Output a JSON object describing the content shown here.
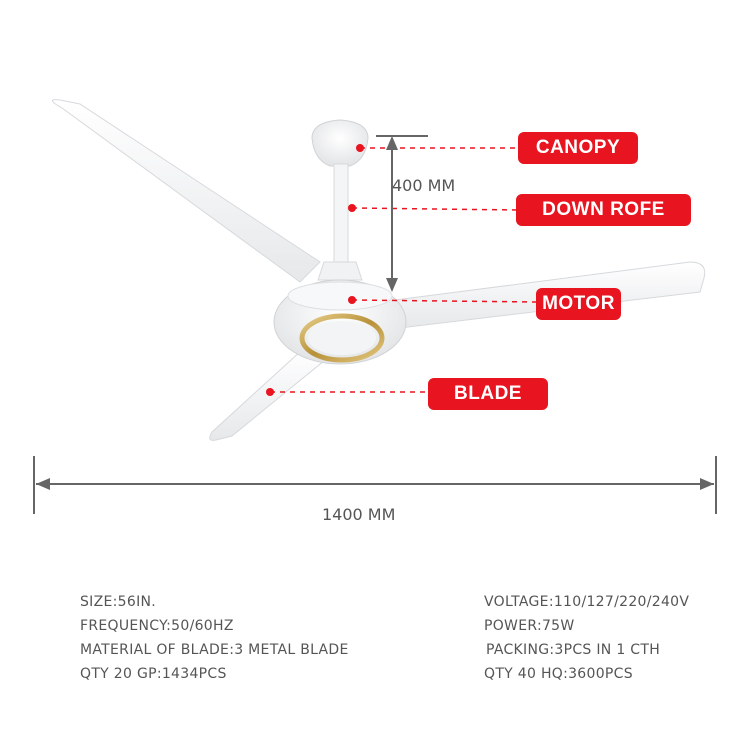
{
  "labels": {
    "canopy": "CANOPY",
    "down_rod": "DOWN ROFE",
    "motor": "MOTOR",
    "blade": "BLADE"
  },
  "dimensions": {
    "height": "400 MM",
    "span": "1400 MM"
  },
  "specs": {
    "left": [
      "SIZE:56IN.",
      "FREQUENCY:50/60HZ",
      "MATERIAL OF BLADE:3 METAL BLADE",
      "QTY 20 GP:1434PCS"
    ],
    "right": [
      "VOLTAGE:110/127/220/240V",
      "POWER:75W",
      "PACKING:3PCS IN 1 CTH",
      "QTY 40 HQ:3600PCS"
    ]
  },
  "colors": {
    "accent": "#e8141f",
    "dimension_line": "#666666",
    "text": "#555555",
    "trim": "#c9a54a"
  }
}
